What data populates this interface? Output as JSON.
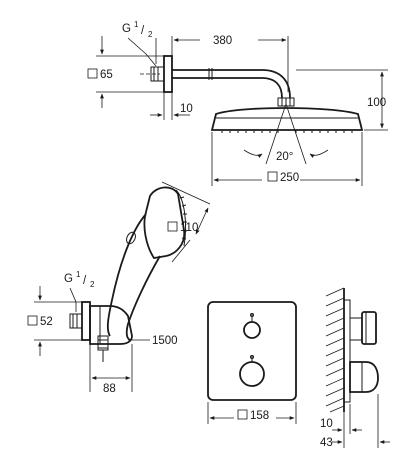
{
  "shower_arm": {
    "thread_label": "G",
    "thread_num": "1",
    "thread_den": "2",
    "arm_length": "380",
    "flange_size": "65",
    "wall_offset": "10"
  },
  "head_shower": {
    "height": "100",
    "tilt_angle": "20°",
    "diameter": "250"
  },
  "hand_shower": {
    "head_size": "110"
  },
  "wall_outlet": {
    "thread_label": "G",
    "thread_num": "1",
    "thread_den": "2",
    "size": "52",
    "hose_length": "1500",
    "depth": "88"
  },
  "thermostat": {
    "plate_size": "158",
    "plate_depth": "10",
    "total_depth": "43"
  }
}
